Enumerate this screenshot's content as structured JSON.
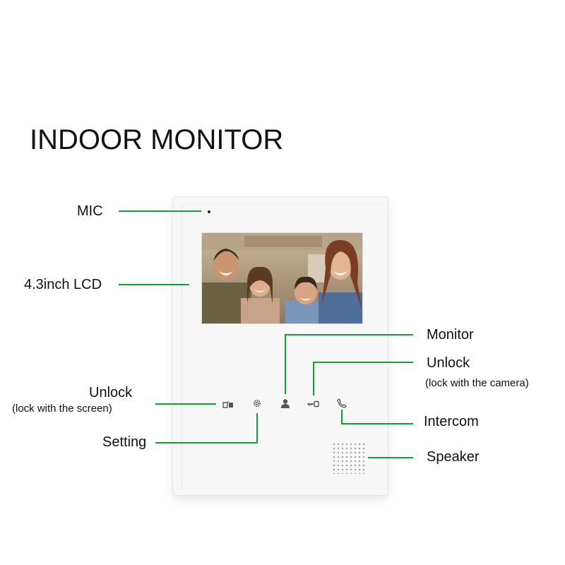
{
  "title": "INDOOR MONITOR",
  "labels": {
    "mic": "MIC",
    "lcd": "4.3inch LCD",
    "monitor": "Monitor",
    "unlock_camera": "Unlock",
    "unlock_camera_sub": "(lock with the camera)",
    "unlock_screen": "Unlock",
    "unlock_screen_sub": "(lock with the screen)",
    "intercom": "Intercom",
    "setting": "Setting",
    "speaker": "Speaker"
  },
  "colors": {
    "leader_line": "#12a03a",
    "icon": "#555555"
  },
  "icons": [
    "unlock-screen-icon",
    "setting-gear-icon",
    "monitor-person-icon",
    "key-icon",
    "phone-icon"
  ]
}
